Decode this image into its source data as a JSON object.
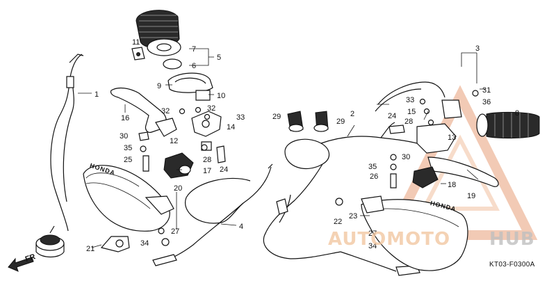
{
  "callouts": [
    "1",
    "2",
    "3",
    "4",
    "5",
    "6",
    "7",
    "8",
    "9",
    "10",
    "11",
    "12",
    "13",
    "14",
    "15",
    "16",
    "17",
    "18",
    "19",
    "20",
    "21",
    "22",
    "23",
    "24",
    "24",
    "25",
    "26",
    "27",
    "27",
    "28",
    "28",
    "29",
    "29",
    "30",
    "30",
    "31",
    "32",
    "32",
    "33",
    "33",
    "34",
    "34",
    "35",
    "35",
    "36"
  ],
  "diagram_code": "KT03-F0300A",
  "brand_left": "HONDA",
  "brand_right": "HONDA",
  "direction_label": "FR",
  "watermark": {
    "part1": "AUTOMOTO",
    "part2": "HUB",
    "color_primary": "#e8a070",
    "color_secondary": "#b0b0b0"
  }
}
